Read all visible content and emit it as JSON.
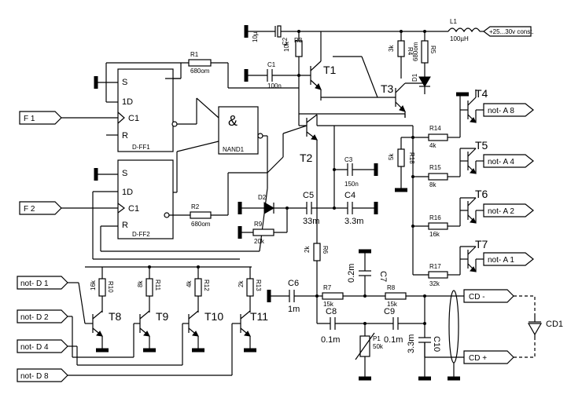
{
  "inputs": {
    "f1": "F 1",
    "f2": "F 2",
    "d1": "not- D 1",
    "d2": "not- D 2",
    "d4": "not- D 4",
    "d8": "not- D 8"
  },
  "outputs": {
    "a8": "not- A 8",
    "a4": "not- A 4",
    "a2": "not- A 2",
    "a1": "not- A 1",
    "cd_minus": "CD -",
    "cd_plus": "CD +",
    "supply": "+25...30v const."
  },
  "flipflops": {
    "ff1": {
      "s": "S",
      "d": "1D",
      "c": "C1",
      "r": "R",
      "name": "D-FF1"
    },
    "ff2": {
      "s": "S",
      "d": "1D",
      "c": "C1",
      "r": "R",
      "name": "D-FF2"
    }
  },
  "gate": {
    "symbol": "&",
    "name": "NAND1"
  },
  "transistors": [
    "T1",
    "T2",
    "T3",
    "T4",
    "T5",
    "T6",
    "T7",
    "T8",
    "T9",
    "T10",
    "T11"
  ],
  "components": {
    "L1": {
      "name": "L1",
      "value": "100µH"
    },
    "C2": {
      "name": "C2",
      "value": "10µ"
    },
    "R1": {
      "name": "R1",
      "value": "680om"
    },
    "R2": {
      "name": "R2",
      "value": "680om"
    },
    "R3": {
      "name": "R3",
      "value": "10k"
    },
    "R4": {
      "name": "R4",
      "value": "3k"
    },
    "R5": {
      "name": "R5",
      "value": "680om"
    },
    "D1": {
      "name": "D1"
    },
    "C1": {
      "name": "C1",
      "value": "100n"
    },
    "R14": {
      "name": "R14",
      "value": "4k"
    },
    "R15": {
      "name": "R15",
      "value": "8k"
    },
    "R16": {
      "name": "R16",
      "value": "16k"
    },
    "R17": {
      "name": "R17",
      "value": "32k"
    },
    "R18": {
      "name": "R18",
      "value": "5k"
    },
    "C3": {
      "name": "C3",
      "value": "150n"
    },
    "C4": {
      "name": "C4",
      "value": "3.3m"
    },
    "C5": {
      "name": "C5",
      "value": "33m"
    },
    "D2": {
      "name": "D2"
    },
    "R9": {
      "name": "R9",
      "value": "20k"
    },
    "R6": {
      "name": "R6",
      "value": "2k"
    },
    "C6": {
      "name": "C6",
      "value": "1m"
    },
    "R7": {
      "name": "R7",
      "value": "15k"
    },
    "R8": {
      "name": "R8",
      "value": "15k"
    },
    "C7": {
      "name": "C7",
      "value": "0.2m"
    },
    "C8": {
      "name": "C8",
      "value": "0.1m"
    },
    "C9": {
      "name": "C9",
      "value": "0.1m"
    },
    "C10": {
      "name": "C10",
      "value": "3.3m"
    },
    "P1": {
      "name": "P1",
      "value": "50k"
    },
    "R10": {
      "name": "R10",
      "value": "16k"
    },
    "R11": {
      "name": "R11",
      "value": "8k"
    },
    "R12": {
      "name": "R12",
      "value": "4k"
    },
    "R13": {
      "name": "R13",
      "value": "2k"
    },
    "CD1": {
      "name": "CD1"
    }
  }
}
